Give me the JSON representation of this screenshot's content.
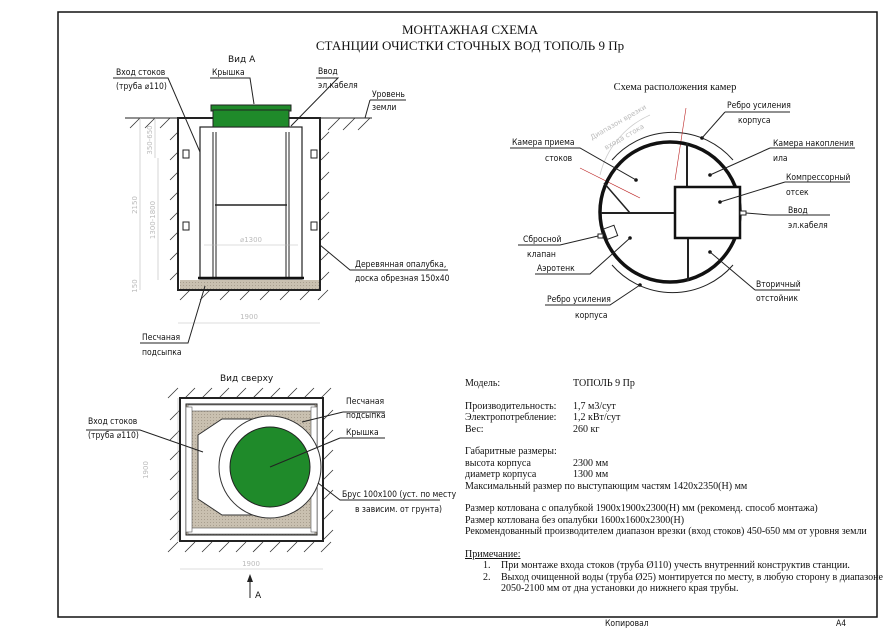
{
  "title": {
    "line1": "МОНТАЖНАЯ СХЕМА",
    "line2": "СТАНЦИИ ОЧИСТКИ СТОЧНЫХ ВОД ТОПОЛЬ 9 Пр"
  },
  "view_a": {
    "title": "Вид А",
    "inlet": "Вход стоков",
    "inlet_pipe": "(труба ⌀110)",
    "lid": "Крышка",
    "cable1": "Ввод",
    "cable2": "эл.кабеля",
    "ground1": "Уровень",
    "ground2": "земли",
    "formwork1": "Деревянная опалубка,",
    "formwork2": "доска обрезная 150х40",
    "sand1": "Песчаная",
    "sand2": "подсыпка",
    "dim_width": "1900",
    "dim_diam": "⌀1300",
    "dim_total": "2150",
    "dim_body": "1300-1800",
    "dim_base": "150",
    "dim_inlet": "350-650"
  },
  "chambers": {
    "title": "Схема расположения камер",
    "rib_top1": "Ребро усиления",
    "rib_top2": "корпуса",
    "receiving1": "Камера приема",
    "receiving2": "стоков",
    "sludge1": "Камера накопления",
    "sludge2": "ила",
    "compressor1": "Компрессорный",
    "compressor2": "отсек",
    "cable1": "Ввод",
    "cable2": "эл.кабеля",
    "relief1": "Сбросной",
    "relief2": "клапан",
    "aerotank": "Аэротенк",
    "rib_bot1": "Ребро усиления",
    "rib_bot2": "корпуса",
    "secondary1": "Вторичный",
    "secondary2": "отстойник",
    "range1": "Диапазон врезки",
    "range2": "входа стока"
  },
  "top_view": {
    "title": "Вид сверху",
    "inlet": "Вход стоков",
    "inlet_pipe": "(труба ⌀110)",
    "sand1": "Песчаная",
    "sand2": "подсыпка",
    "lid": "Крышка",
    "beam1": "Брус 100х100 (уст. по месту",
    "beam2": "в зависим. от грунта)",
    "dim_w": "1900",
    "dim_h": "1900",
    "arrow": "А"
  },
  "spec": {
    "model_k": "Модель:",
    "model_v": "ТОПОЛЬ 9 Пр",
    "perf_k": "Производительность:",
    "perf_v": "1,7 м3/сут",
    "power_k": "Электропотребление:",
    "power_v": "1,2 кВт/сут",
    "weight_k": "Вес:",
    "weight_v": "260 кг",
    "dims_title": "Габаритные размеры:",
    "height_k": "высота корпуса",
    "height_v": "2300 мм",
    "diam_k": "диаметр корпуса",
    "diam_v": "1300 мм",
    "max": "Максимальный размер по выступающим частям 1420х2350(Н) мм",
    "pit1": "Размер котлована с опалубкой 1900х1900х2300(Н) мм (рекоменд. способ монтажа)",
    "pit2": "Размер котлована без опалубки 1600х1600х2300(Н)",
    "range": "Рекомендованный производителем диапазон врезки (вход стоков) 450-650 мм от уровня земли",
    "note_title": "Примечание:",
    "notes": [
      "При монтаже входа  стоков (труба  Ø110) учесть внутренний конструктив станции.",
      "Выход очищенной воды (труба Ø25) монтируется по месту, в любую сторону в диапазоне 2050-2100 мм от дна установки до нижнего края трубы."
    ]
  },
  "footer": {
    "copied": "Копировал",
    "format": "А4"
  },
  "colors": {
    "lid": "#1f8a2a",
    "sand": "#c9c0b0"
  }
}
